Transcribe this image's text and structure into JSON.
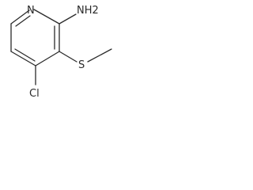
{
  "molecule": {
    "atoms": {
      "ring_nitrogen": "N",
      "amine": "NH2",
      "sulfur": "S",
      "chlorine": "Cl"
    }
  }
}
